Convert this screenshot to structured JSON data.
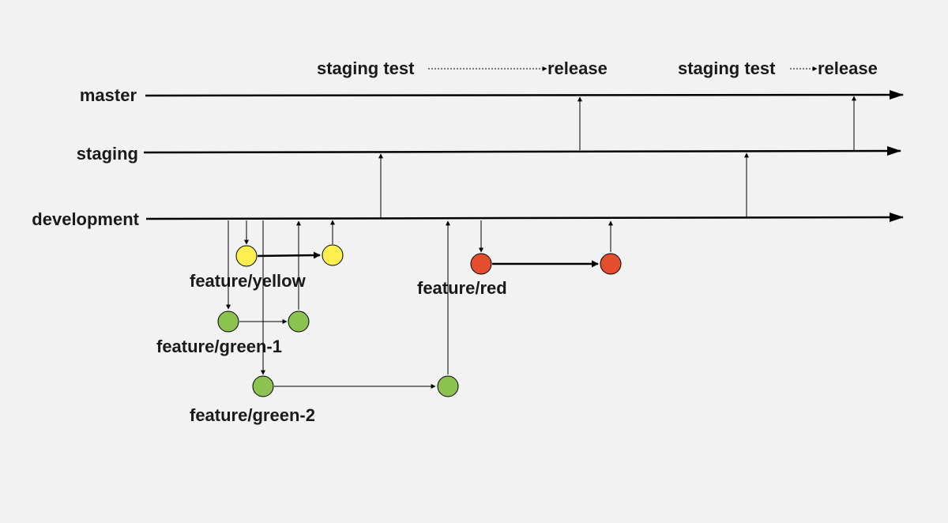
{
  "diagram": {
    "branches": {
      "master": "master",
      "staging": "staging",
      "development": "development"
    },
    "features": {
      "yellow": "feature/yellow",
      "red": "feature/red",
      "green1": "feature/green-1",
      "green2": "feature/green-2"
    },
    "annotations": {
      "staging_test_1": "staging test",
      "release_1": "release",
      "staging_test_2": "staging test",
      "release_2": "release"
    },
    "colors": {
      "background": "#f2f2f2",
      "line": "#000000",
      "yellow": "#fdf04e",
      "red": "#e44d2e",
      "green": "#8cc350",
      "text": "#1a1a1a"
    }
  }
}
